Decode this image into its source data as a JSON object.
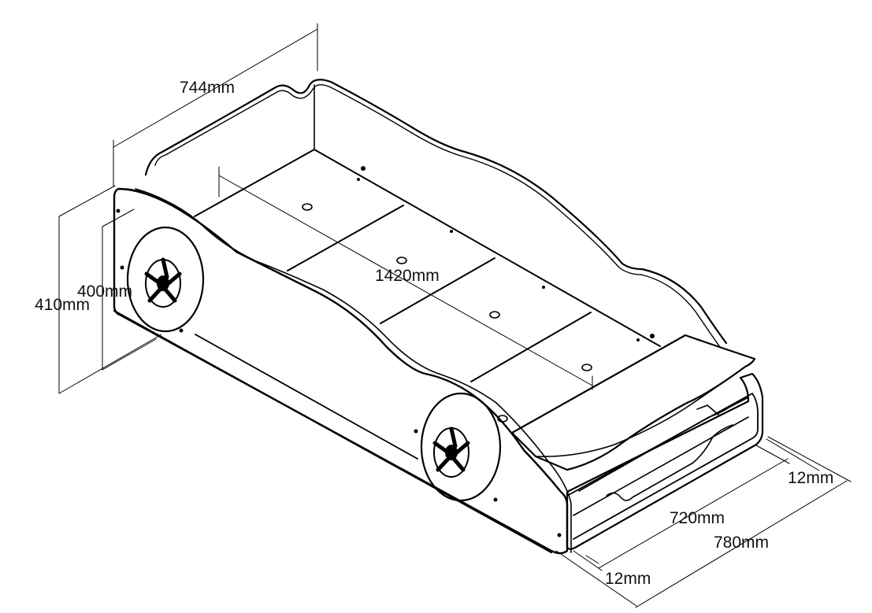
{
  "drawing": {
    "line_color": "#000000",
    "background": "#ffffff",
    "dimensions": {
      "top_width": "744mm",
      "inner_height": "400mm",
      "total_height": "410mm",
      "length": "1420mm",
      "thickness_right": "12mm",
      "inner_width": "720mm",
      "total_width": "780mm",
      "thickness_bottom": "12mm"
    }
  }
}
